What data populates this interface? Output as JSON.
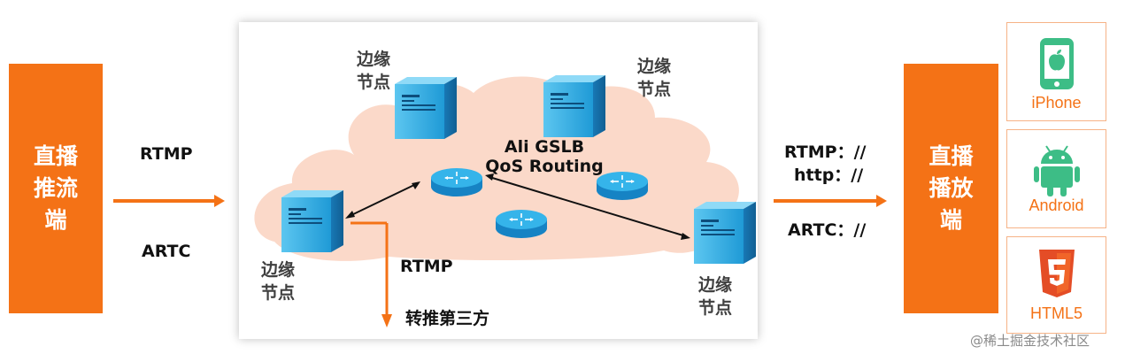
{
  "left_box": {
    "lines": [
      "直播",
      "推流",
      "端"
    ]
  },
  "right_box": {
    "lines": [
      "直播",
      "播放",
      "端"
    ]
  },
  "left_protocols": {
    "top": "RTMP",
    "bottom": "ARTC"
  },
  "right_protocols": {
    "line1": "RTMP：//",
    "line2": "http：//",
    "line3": "ARTC：//"
  },
  "cloud": {
    "title_line1": "Ali GSLB",
    "title_line2": "QoS Routing",
    "edge_node_label": [
      "边缘",
      "节点"
    ],
    "relay_protocol": "RTMP",
    "relay_target": "转推第三方"
  },
  "clients": [
    {
      "label": "iPhone",
      "icon": "iphone-icon"
    },
    {
      "label": "Android",
      "icon": "android-icon"
    },
    {
      "label": "HTML5",
      "icon": "html5-icon"
    }
  ],
  "watermark": "@稀土掘金技术社区",
  "colors": {
    "accent": "#f47216",
    "cloud": "#fbd9c9",
    "server": "#29a9e1",
    "router": "#1e9fdc"
  }
}
